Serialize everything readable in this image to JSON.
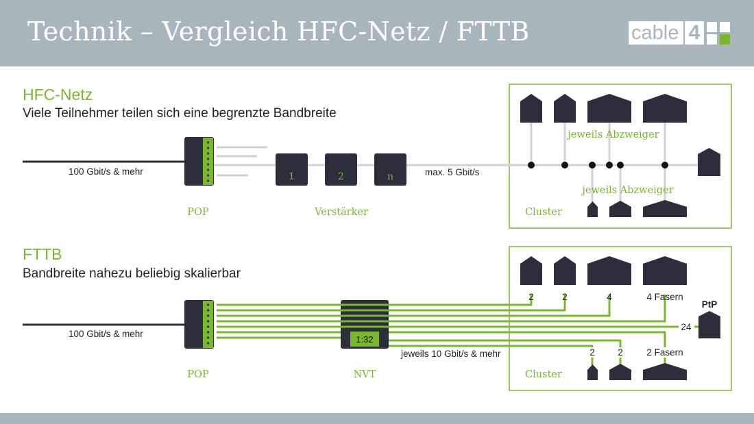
{
  "header": {
    "title": "Technik – Vergleich HFC-Netz / FTTB",
    "logo_text": "cable",
    "logo_number": "4"
  },
  "hfc": {
    "title": "HFC-Netz",
    "subtitle": "Viele Teilnehmer teilen sich eine begrenzte Bandbreite",
    "input_speed": "100 Gbit/s & mehr",
    "pop_label": "POP",
    "amplifiers": [
      "1",
      "2",
      "n"
    ],
    "amplifier_label": "Verstärker",
    "max_speed": "max. 5 Gbit/s",
    "tap_label_top": "jeweils Abzweiger",
    "tap_label_bottom": "jeweils Abzweiger",
    "cluster_label": "Cluster"
  },
  "fttb": {
    "title": "FTTB",
    "subtitle": "Bandbreite nahezu beliebig skalierbar",
    "input_speed": "100 Gbit/s & mehr",
    "pop_label": "POP",
    "nvt_label": "NVT",
    "splitter_ratio": "1:32",
    "speed_label": "jeweils 10 Gbit/s & mehr",
    "fiber_top": [
      "2",
      "2",
      "4",
      "4 Fasern"
    ],
    "ptp_label": "PtP",
    "ptp_fibers": "24",
    "fiber_bottom": [
      "2",
      "2",
      "2 Fasern"
    ],
    "cluster_label": "Cluster"
  },
  "colors": {
    "accent_green": "#7ab630",
    "dark_box": "#2e2d3b",
    "header_gray": "#a9b5bd",
    "line_gray": "#cdd4d8"
  }
}
